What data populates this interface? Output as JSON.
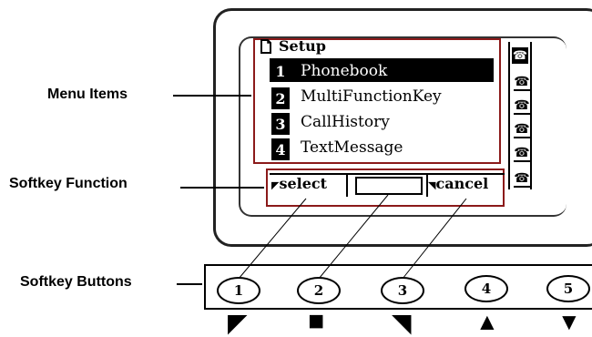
{
  "callouts": {
    "menu_items": "Menu Items",
    "softkey_function": "Softkey Function",
    "softkey_buttons": "Softkey Buttons"
  },
  "screen": {
    "title": "Setup",
    "menu": [
      {
        "num": "1",
        "label": "Phonebook",
        "selected": true
      },
      {
        "num": "2",
        "label": "MultiFunctionKey",
        "selected": false
      },
      {
        "num": "3",
        "label": "CallHistory",
        "selected": false
      },
      {
        "num": "4",
        "label": "TextMessage",
        "selected": false
      }
    ],
    "softkeys": {
      "left": "select",
      "middle": "",
      "right": "cancel"
    },
    "line_icons": [
      "phone-icon",
      "phone-icon",
      "phone-icon",
      "phone-icon",
      "phone-icon"
    ]
  },
  "buttons": [
    {
      "num": "1",
      "symbol": "◤"
    },
    {
      "num": "2",
      "symbol": "■"
    },
    {
      "num": "3",
      "symbol": "◥"
    },
    {
      "num": "4",
      "symbol": "▲"
    },
    {
      "num": "5",
      "symbol": "▼"
    }
  ],
  "colors": {
    "callout_box": "#8b1a1a",
    "selected_bg": "#000000",
    "selected_fg": "#ffffff"
  }
}
